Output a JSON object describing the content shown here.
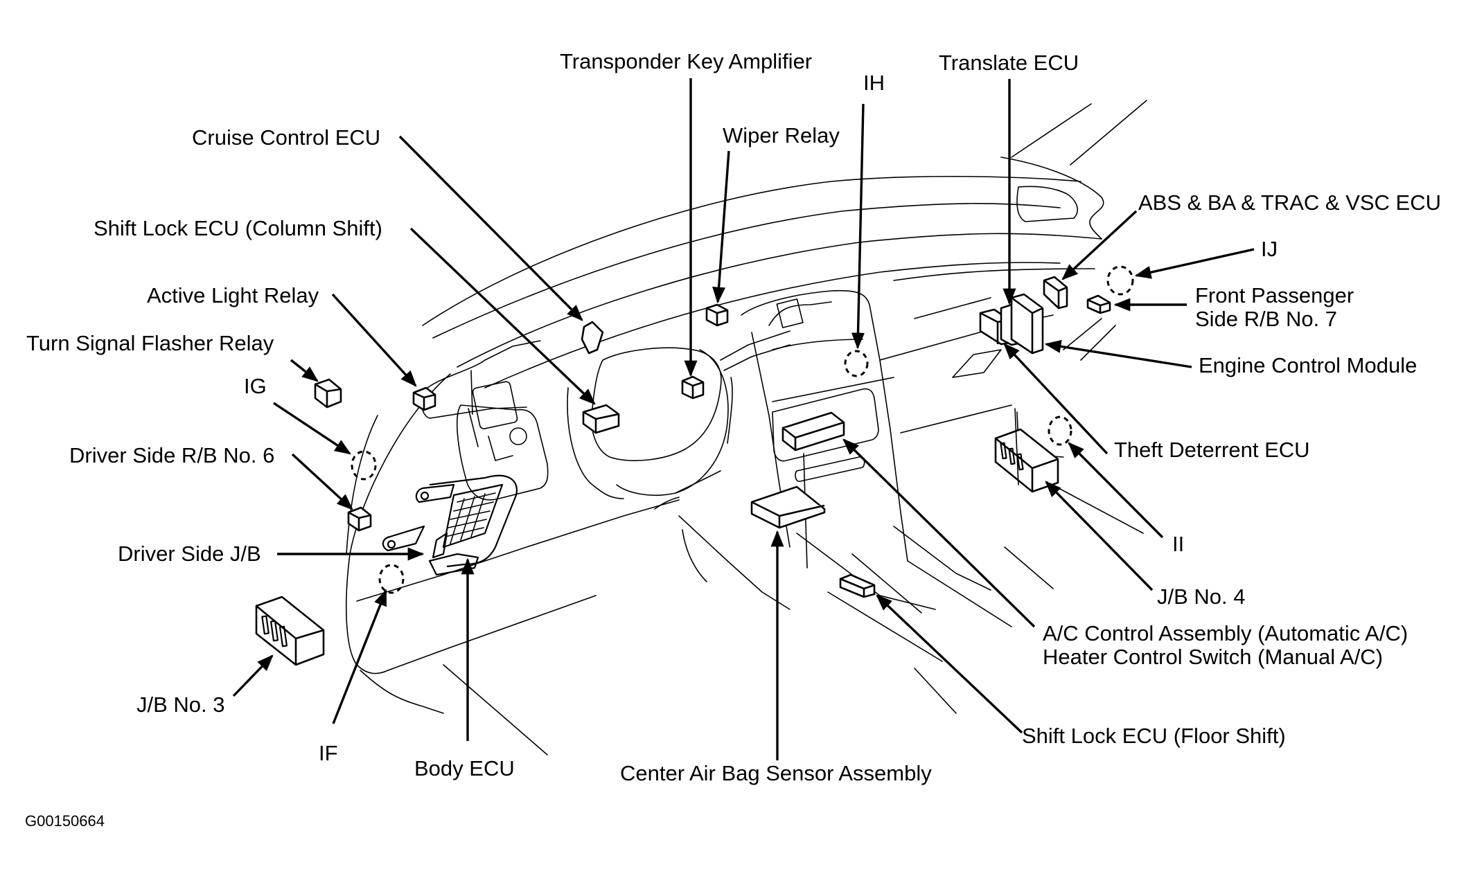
{
  "figure": {
    "id_code": "G00150664",
    "subject": "Instrument panel component locations",
    "line_color": "#000000",
    "background": "#ffffff"
  },
  "labels": {
    "transponder_key_amplifier": "Transponder Key Amplifier",
    "ih": "IH",
    "translate_ecu": "Translate ECU",
    "cruise_control_ecu": "Cruise Control ECU",
    "wiper_relay": "Wiper Relay",
    "abs_ecu": "ABS & BA & TRAC & VSC ECU",
    "shift_lock_column": "Shift Lock ECU (Column Shift)",
    "ij": "IJ",
    "active_light_relay": "Active Light Relay",
    "front_passenger_rb_line1": "Front Passenger",
    "front_passenger_rb_line2": "Side R/B No. 7",
    "turn_signal_flasher_relay": "Turn Signal Flasher Relay",
    "engine_control_module": "Engine Control Module",
    "ig": "IG",
    "theft_deterrent_ecu": "Theft Deterrent ECU",
    "driver_side_rb6": "Driver Side R/B No. 6",
    "ii": "II",
    "driver_side_jb": "Driver Side J/B",
    "jb_no4": "J/B No. 4",
    "ac_control_line1": "A/C Control Assembly (Automatic A/C)",
    "ac_control_line2": "Heater Control Switch (Manual A/C)",
    "jb_no3": "J/B No. 3",
    "shift_lock_floor": "Shift Lock ECU (Floor Shift)",
    "if": "IF",
    "body_ecu": "Body ECU",
    "center_airbag_sensor": "Center Air Bag Sensor Assembly"
  }
}
